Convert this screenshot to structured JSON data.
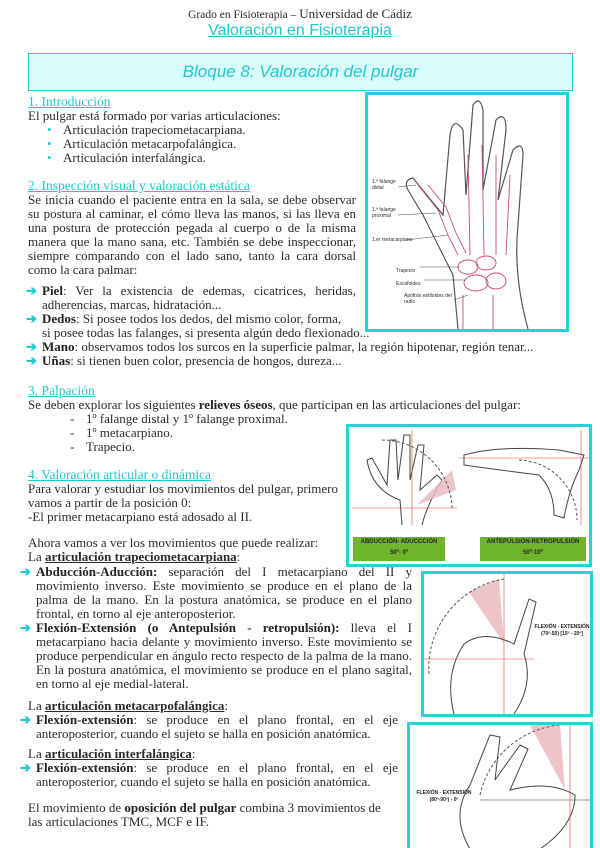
{
  "header": {
    "degree": "Grado en Fisioterapia",
    "separator": " – ",
    "university": "Universidad de Cádiz",
    "subject": "Valoración en Fisioterapia"
  },
  "banner": "Bloque 8: Valoración del pulgar",
  "s1": {
    "title": "1. Introducción",
    "intro": "El pulgar está formado por varias articulaciones:",
    "items": [
      "Articulación trapeciometacarpiana.",
      "Articulación metacarpofalángica.",
      "Articulación interfalángica."
    ]
  },
  "s2": {
    "title": "2. Inspección visual y valoración estática",
    "para": "Se inicia cuando el paciente entra en la sala, se debe observar su postura al caminar, el cómo lleva las manos, si las lleva en una postura de protección pegada al cuerpo o de la misma manera que la mano sana, etc. También se debe inspeccionar, siempre comparando con el lado sano, tanto la cara dorsal como la cara palmar:",
    "items": [
      {
        "term": "Piel",
        "text": ": Ver la existencia de edemas, cicatrices, heridas, adherencias, marcas, hidratación..."
      },
      {
        "term": "Dedos",
        "text": ": Si posee todos los dedos, del mismo color, forma, si posee todas las falanges, si presenta algún dedo flexionado..."
      },
      {
        "term": "Mano",
        "text": ": observamos todos los surcos en la superficie palmar, la región hipotenar, región tenar..."
      },
      {
        "term": "Uñas",
        "text": ": si tienen buen color, presencia de hongos, dureza..."
      }
    ]
  },
  "s3": {
    "title": "3. Palpación",
    "intro_a": "Se deben explorar los siguientes ",
    "intro_b": "relieves óseos",
    "intro_c": ", que participan en las articulaciones del pulgar:",
    "items": [
      "1º falange distal y 1º falange proximal.",
      "1º metacarpiano.",
      "Trapecio."
    ]
  },
  "s4": {
    "title": "4. Valoración articular o dinámica",
    "para1": "Para valorar y estudiar los movimientos del pulgar, primero vamos a partir de la posición 0:",
    "para2": "-El primer metacarpiano está adosado al II.",
    "para3": "Ahora vamos a ver los movimientos que puede realizar:",
    "la": "La ",
    "colon": ":",
    "tmc": {
      "joint": "articulación trapeciometacarpiana",
      "items": [
        {
          "term": "Abducción-Aducción:",
          "text": " separación del I metacarpiano del II y movimiento inverso. Este movimiento se produce en el plano de la palma de la mano. En la postura anatómica, se produce en el plano frontal, en torno al eje anteroposterior."
        },
        {
          "term": "Flexión-Extensión (o Antepulsión - retropulsión):",
          "text": " lleva el I metacarpiano hacia delante y movimiento inverso. Este movimiento se produce perpendicular en ángulo recto respecto de la palma de la mano. En la postura anatómica, el movimiento se produce en el plano sagital, en torno al eje medial-lateral."
        }
      ]
    },
    "mcf": {
      "joint": "articulación metacarpofalángica",
      "items": [
        {
          "term": "Flexión-extensión",
          "text": ": se produce en el plano frontal, en el eje anteroposterior, cuando el sujeto se halla en posición anatómica."
        }
      ]
    },
    "if": {
      "joint": "articulación interfalángica",
      "items": [
        {
          "term": "Flexión-extensión",
          "text": ": se produce en el plano frontal, en el eje anteroposterior, cuando el sujeto se halla en posición anatómica."
        }
      ]
    },
    "closing_a": "El movimiento de ",
    "closing_b": "oposición del pulgar",
    "closing_c": " combina 3 movimientos de las articulaciones TMC, MCF e IF."
  },
  "figures": {
    "hand_labels": [
      "1.ª falange distal",
      "1.ª falange proximal",
      "1.er metacarpiano",
      "Trapecio",
      "Escafoides",
      "Apófisis estiloides del radio"
    ],
    "abd_label": "ABDUCCIÓN- ADUCCCIÓN",
    "abd_range": "50º- 0º",
    "ante_label": "ANTEPULSIÓN-RETROPULSIÓN",
    "ante_range": "50º-10º",
    "mcf_label": "FLEXIÓN - EXTENSIÓN",
    "mcf_range": "(70º-50) [15º - 20º]",
    "if_label": "FLEXIÓN - EXTENSIÓN",
    "if_range": "(80º-90º) - 0º"
  },
  "colors": {
    "accent": "#22c6cf",
    "banner_bg": "#d9fdfd",
    "label_green": "#6fb52b",
    "sketch_red": "#c8506a"
  }
}
